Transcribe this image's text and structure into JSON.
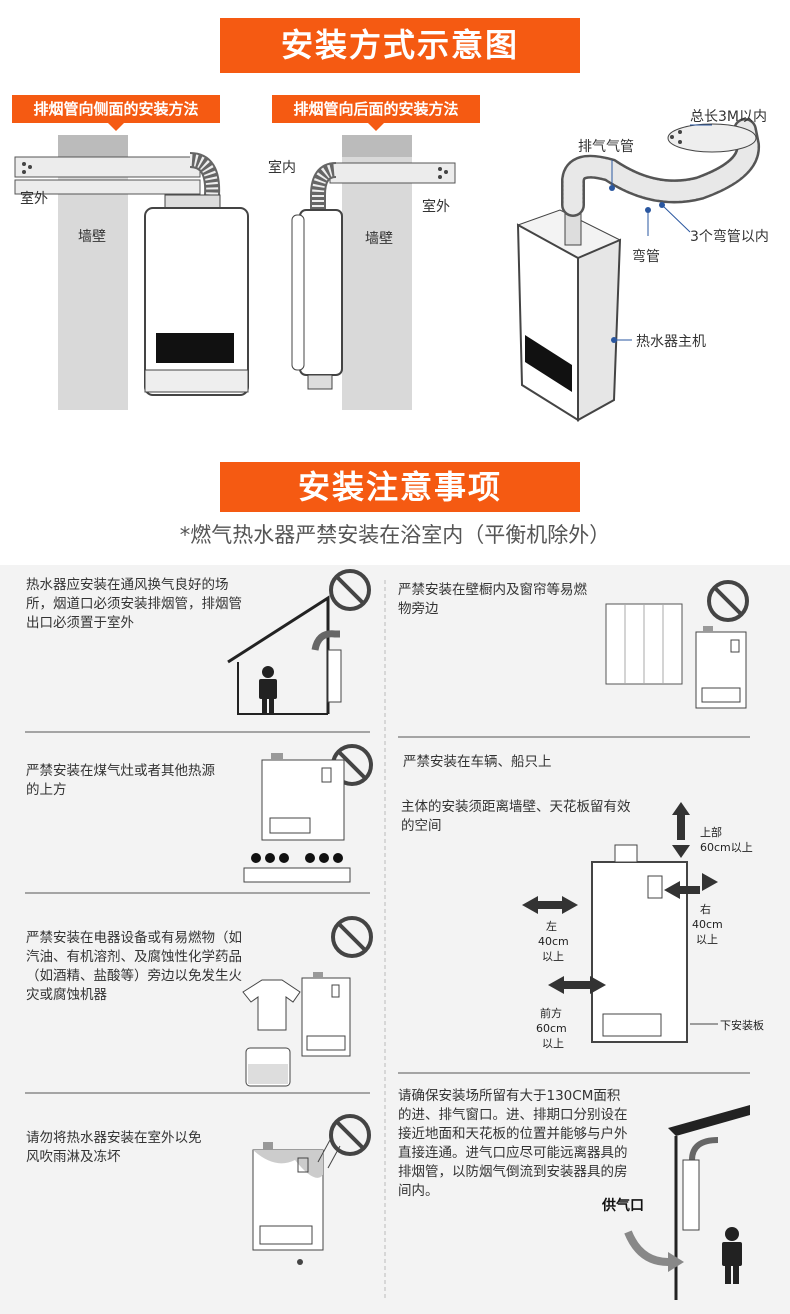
{
  "header": {
    "title": "安装方式示意图"
  },
  "install_methods": {
    "side_tag": "排烟管向侧面的安装方法",
    "back_tag": "排烟管向后面的安装方法",
    "outdoor": "室外",
    "indoor": "室内",
    "wall": "墙壁",
    "diagram": {
      "exhaust_pipe": "排气气管",
      "total_length": "总长3M以内",
      "elbow_limit": "3个弯管以内",
      "elbow": "弯管",
      "main_unit": "热水器主机"
    }
  },
  "notes_section": {
    "title": "安装注意事项",
    "subtitle": "*燃气热水器严禁安装在浴室内（平衡机除外）",
    "left": [
      "热水器应安装在通风换气良好的场所，烟道口必须安装排烟管，排烟管出口必须置于室外",
      "严禁安装在煤气灶或者其他热源的上方",
      "严禁安装在电器设备或有易燃物（如汽油、有机溶剂、及腐蚀性化学药品（如酒精、盐酸等）旁边以免发生火灾或腐蚀机器",
      "请勿将热水器安装在室外以免风吹雨淋及冻坏"
    ],
    "right": [
      "严禁安装在壁橱内及窗帘等易燃物旁边",
      "严禁安装在车辆、船只上",
      "主体的安装须距离墙壁、天花板留有效的空间",
      "请确保安装场所留有大于130CM面积的进、排气窗口。进、排期口分别设在接近地面和天花板的位置并能够与户外直接连通。进气口应尽可能远离器具的排烟管，以防烟气倒流到安装器具的房间内。"
    ],
    "clearance": {
      "top_a": "上部",
      "top_b": "60cm以上",
      "left_a": "左",
      "left_b": "40cm",
      "left_c": "以上",
      "right_a": "右",
      "right_b": "40cm",
      "right_c": "以上",
      "front_a": "前方",
      "front_b": "60cm",
      "front_c": "以上",
      "bottom_plate": "下安装板"
    },
    "air_inlet": "供气口"
  },
  "colors": {
    "accent": "#f55a12",
    "panel": "#f3f3f3",
    "wall": "#d9d9d9",
    "prohibited": "#444444"
  }
}
